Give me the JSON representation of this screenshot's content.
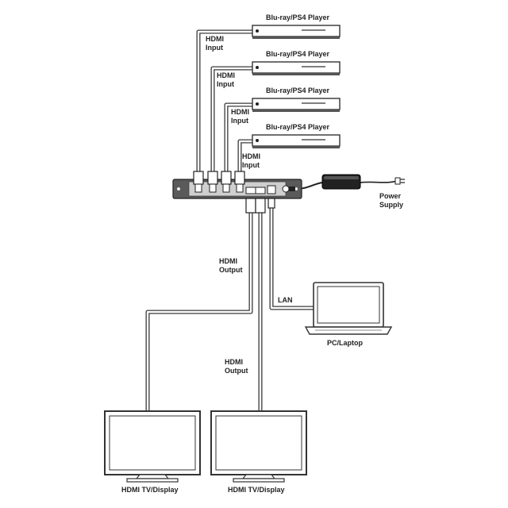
{
  "sources": [
    {
      "label": "Blu-ray/PS4 Player",
      "cable_label": "HDMI\nInput"
    },
    {
      "label": "Blu-ray/PS4 Player",
      "cable_label": "HDMI\nInput"
    },
    {
      "label": "Blu-ray/PS4 Player",
      "cable_label": "HDMI\nInput"
    },
    {
      "label": "Blu-ray/PS4 Player",
      "cable_label": "HDMI\nInput"
    }
  ],
  "power": {
    "label": "Power\nSupply"
  },
  "lan": {
    "label": "LAN"
  },
  "pc": {
    "label": "PC/Laptop"
  },
  "outputs": [
    {
      "cable_label": "HDMI\nOutput",
      "display_label": "HDMI TV/Display"
    },
    {
      "cable_label": "HDMI\nOutput",
      "display_label": "HDMI TV/Display"
    }
  ]
}
